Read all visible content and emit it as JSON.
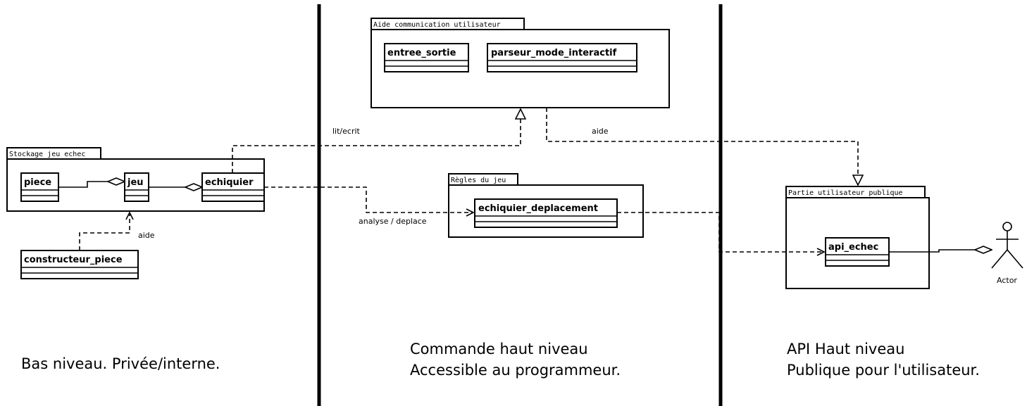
{
  "packages": {
    "stockage": "Stockage jeu echec",
    "aide_comm": "Aide communication utilisateur",
    "regles": "Règles du jeu",
    "partie_publique": "Partie utilisateur publique"
  },
  "classes": {
    "piece": "piece",
    "jeu": "jeu",
    "echiquier": "echiquier",
    "constructeur_piece": "constructeur_piece",
    "entree_sortie": "entree_sortie",
    "parseur_mode_interactif": "parseur_mode_interactif",
    "echiquier_deplacement": "echiquier_deplacement",
    "api_echec": "api_echec"
  },
  "edge_labels": {
    "aide_constructeur": "aide",
    "lit_ecrit": "lit/ecrit",
    "aide_api": "aide",
    "analyse_deplace": "analyse / deplace"
  },
  "actor": {
    "label": "Actor"
  },
  "zones": {
    "bas_line1": "Bas niveau. Privée/interne.",
    "commande_line1": "Commande haut niveau",
    "commande_line2": "Accessible au programmeur.",
    "api_line1": "API Haut niveau",
    "api_line2": "Publique pour l'utilisateur."
  }
}
